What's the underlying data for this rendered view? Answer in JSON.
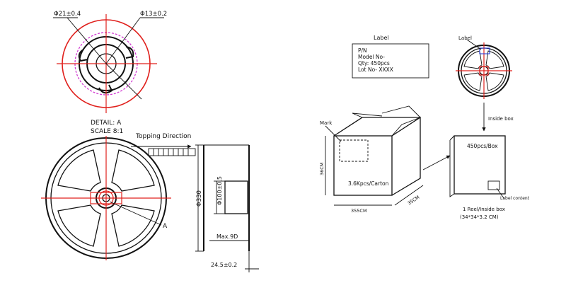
{
  "labels": {
    "dia_small": "Φ21±0.4",
    "dia_hub": "Φ13±0.2",
    "detail": "DETAIL: A",
    "scale": "SCALE 8:1",
    "direction": "Topping Direction",
    "callout_a": "A",
    "dia_330": "Φ330",
    "dia_100": "Φ100±0.5",
    "max_width": "Max.9D",
    "width": "24.5±0.2",
    "label_title": "Label",
    "label_pn": "P/N",
    "label_model": "Model No-",
    "label_qty": "Qty: 450pcs",
    "label_lot": "Lot No-  XXXX",
    "reel_label": "Label",
    "inside_box": "Inside box",
    "mark": "Mark",
    "carton_qty": "3.6Kpcs/Carton",
    "carton_w": "355CM",
    "carton_h": "36CM",
    "carton_d": "35CM",
    "box_qty": "450pcs/Box",
    "label_content": "Label content",
    "box_desc_1": "1 Reel/Inside box",
    "box_desc_2": "(34*34*3.2 CM)"
  },
  "colors": {
    "center_lines": "#e0201c",
    "hub_outline": "#d23ad2",
    "label_marker": "#2a3fd6",
    "ink": "#111111"
  }
}
